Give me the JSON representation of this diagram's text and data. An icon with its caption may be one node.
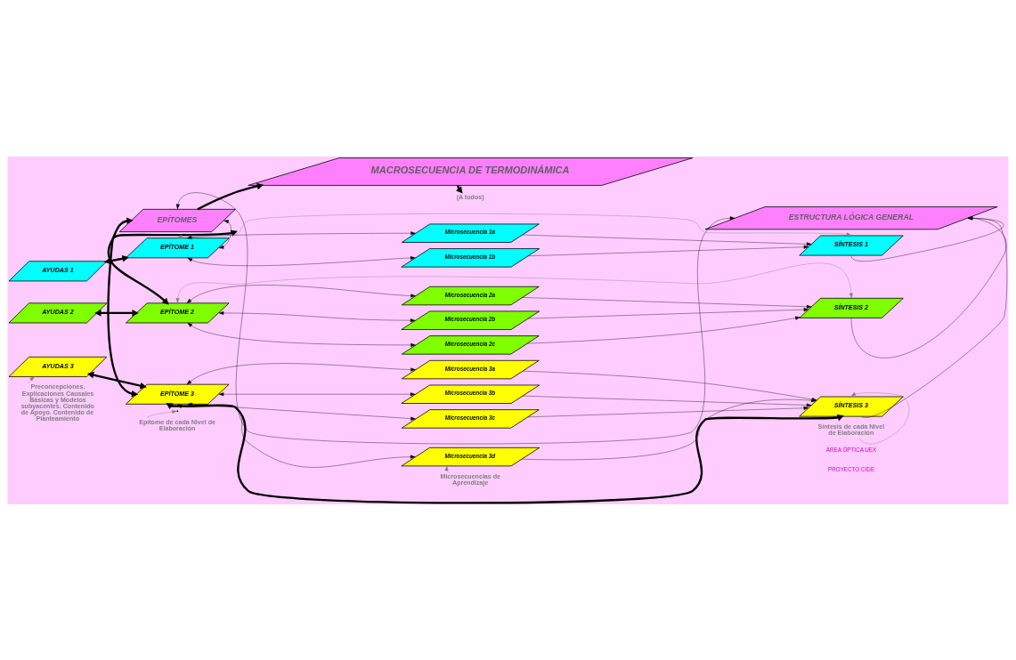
{
  "diagram": {
    "nodes": [
      {
        "text": [
          "MACROSECUENCIA DE TERMODINÁMICA"
        ]
      },
      {
        "text": [
          "EPÍTOMES"
        ]
      },
      {
        "text": [
          "ESTRUCTURA LÓGICA GENERAL"
        ]
      },
      {
        "text": [
          "AYUDAS 1"
        ]
      },
      {
        "text": [
          "EPÍTOME 1"
        ]
      },
      {
        "text": [
          "Microsecuencia 1a"
        ]
      },
      {
        "text": [
          "Microsecuencia 1b"
        ]
      },
      {
        "text": [
          "SÍNTESIS 1"
        ]
      },
      {
        "text": [
          "AYUDAS 2"
        ]
      },
      {
        "text": [
          "EPÍTOME 2"
        ]
      },
      {
        "text": [
          "Microsecuencia 2a"
        ]
      },
      {
        "text": [
          "Microsecuencia 2b"
        ]
      },
      {
        "text": [
          "Microsecuencia 2c"
        ]
      },
      {
        "text": [
          "SÍNTESIS 2"
        ]
      },
      {
        "text": [
          "AYUDAS 3"
        ]
      },
      {
        "text": [
          "EPÍTOME 3"
        ]
      },
      {
        "text": [
          "Microsecuencia 3a"
        ]
      },
      {
        "text": [
          "Microsecuencia 3b"
        ]
      },
      {
        "text": [
          "Microsecuencia 3c"
        ]
      },
      {
        "text": [
          "Microsecuencia 3d"
        ]
      },
      {
        "text": [
          "SÍNTESIS 3"
        ]
      },
      {
        "text": [
          "Preconcepciones. Explicaciones Causales Básicas y Modelos subyacentes. Contenido de Apoyo. Contenido de Planteamiento"
        ]
      },
      {
        "text": [
          "Epítome de cada Nivel de Elaboración"
        ]
      },
      {
        "text": [
          "Microsecuencias de Aprendizaje"
        ]
      },
      {
        "text": [
          "Síntesis de cada Nivel de Elaboración"
        ]
      },
      {
        "text": [
          "(A todos)"
        ]
      }
    ],
    "edges": [
      {
        "from": 1,
        "to": 0,
        "arrow": "to",
        "style": "thick"
      },
      {
        "from": 0,
        "to": 25,
        "arrow": "to",
        "style": "thick"
      },
      {
        "from": 1,
        "to": 2,
        "arrow": "both"
      },
      {
        "from": 1,
        "to": 15,
        "arrow": "both",
        "style": "thick"
      },
      {
        "from": 1,
        "to": 9,
        "arrow": "both",
        "style": "thick"
      },
      {
        "from": 1,
        "to": 4,
        "arrow": "both"
      },
      {
        "from": 3,
        "to": 4,
        "arrow": "both",
        "style": "thick"
      },
      {
        "from": 8,
        "to": 9,
        "arrow": "both",
        "style": "thick"
      },
      {
        "from": 14,
        "to": 15,
        "arrow": "both",
        "style": "thick"
      },
      {
        "from": 4,
        "to": 5,
        "arrow": "both"
      },
      {
        "from": 4,
        "to": 6,
        "arrow": "both"
      },
      {
        "from": 9,
        "to": 10,
        "arrow": "both"
      },
      {
        "from": 9,
        "to": 11,
        "arrow": "both"
      },
      {
        "from": 9,
        "to": 12,
        "arrow": "both"
      },
      {
        "from": 15,
        "to": 16,
        "arrow": "both"
      },
      {
        "from": 15,
        "to": 17,
        "arrow": "both"
      },
      {
        "from": 15,
        "to": 18,
        "arrow": "both"
      },
      {
        "from": 15,
        "to": 19,
        "arrow": "both"
      },
      {
        "from": 5,
        "to": 7,
        "arrow": "to"
      },
      {
        "from": 6,
        "to": 7,
        "arrow": "to"
      },
      {
        "from": 10,
        "to": 13,
        "arrow": "to"
      },
      {
        "from": 11,
        "to": 13,
        "arrow": "to"
      },
      {
        "from": 12,
        "to": 13,
        "arrow": "to"
      },
      {
        "from": 16,
        "to": 20,
        "arrow": "to"
      },
      {
        "from": 17,
        "to": 20,
        "arrow": "to"
      },
      {
        "from": 18,
        "to": 20,
        "arrow": "to"
      },
      {
        "from": 19,
        "to": 20,
        "arrow": "to"
      },
      {
        "from": 7,
        "to": 2,
        "arrow": "to"
      },
      {
        "from": 13,
        "to": 2,
        "arrow": "to"
      },
      {
        "from": 20,
        "to": 2,
        "arrow": "to"
      },
      {
        "from": 4,
        "to": 7,
        "arrow": "both",
        "color": "#808080"
      },
      {
        "from": 9,
        "to": 13,
        "arrow": "both",
        "color": "#808080"
      },
      {
        "from": 15,
        "to": 20,
        "arrow": "both",
        "style": "thick"
      },
      {
        "from": 21,
        "to": 14,
        "arrow": "to",
        "color": "#808080"
      },
      {
        "from": 22,
        "to": null,
        "arrow": "to",
        "color": "#808080"
      },
      {
        "from": 23,
        "to": 19,
        "arrow": "to",
        "color": "#808080"
      },
      {
        "from": 24,
        "to": 20,
        "arrow": "to",
        "color": "#808080"
      }
    ],
    "labels": [
      "ÁREA ÓPTICA UEX",
      "PROYECTO CIDE"
    ]
  }
}
